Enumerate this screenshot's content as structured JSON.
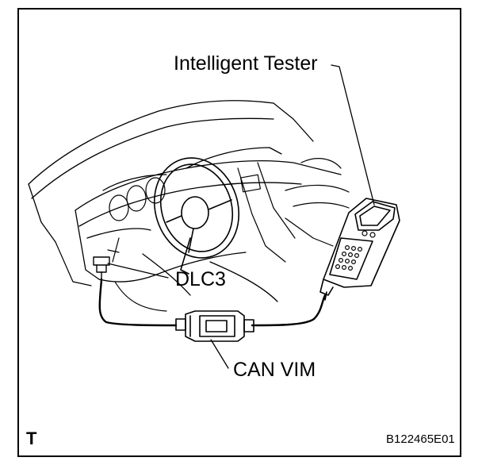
{
  "labels": {
    "tester": "Intelligent Tester",
    "dlc3": "DLC3",
    "can_vim": "CAN VIM"
  },
  "corner_mark": "T",
  "figure_id": "B122465E01"
}
